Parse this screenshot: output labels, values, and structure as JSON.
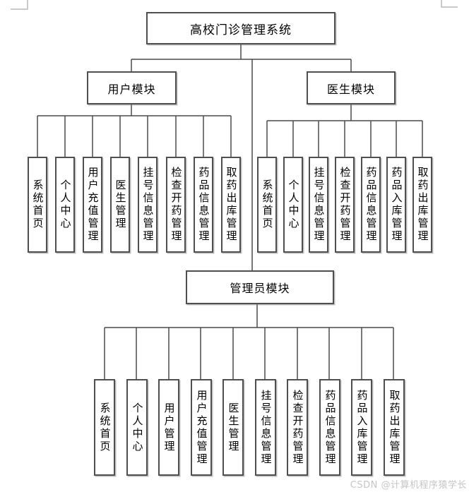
{
  "diagram": {
    "root": {
      "label": "高校门诊管理系统"
    },
    "modules": {
      "user": {
        "label": "用户模块",
        "children": [
          "系统首页",
          "个人中心",
          "用户充值管理",
          "医生管理",
          "挂号信息管理",
          "检查开药管理",
          "药品信息管理",
          "取药出库管理"
        ]
      },
      "doctor": {
        "label": "医生模块",
        "children": [
          "系统首页",
          "个人中心",
          "挂号信息管理",
          "检查开药管理",
          "药品信息管理",
          "药品入库管理",
          "取药出库管理"
        ]
      },
      "admin": {
        "label": "管理员模块",
        "children": [
          "系统首页",
          "个人中心",
          "用户管理",
          "用户充值管理",
          "医生管理",
          "挂号信息管理",
          "检查开药管理",
          "药品信息管理",
          "药品入库管理",
          "取药出库管理"
        ]
      }
    },
    "watermark": "CSDN @计算机程序猿学长",
    "colors": {
      "box_border": "#4f4f4f",
      "connector": "#4a4a4a",
      "margin_mark": "#b9b9b9",
      "watermark": "#c5c5c5"
    }
  }
}
